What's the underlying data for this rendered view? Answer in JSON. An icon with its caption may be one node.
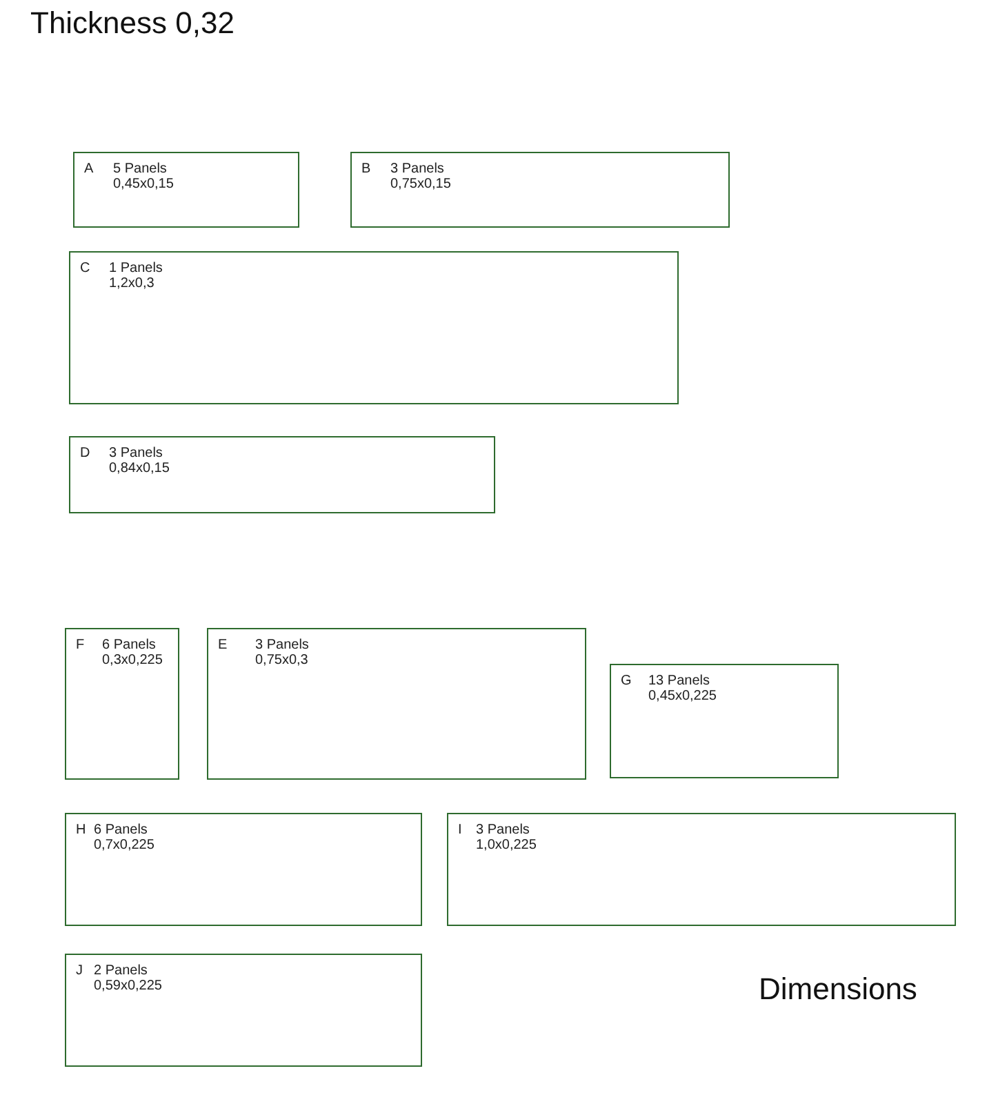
{
  "diagram": {
    "title": "Thickness 0,32",
    "nodes": [
      {
        "text": [
          "A",
          "5 Panels",
          "0,45x0,15"
        ]
      },
      {
        "text": [
          "B",
          "3 Panels",
          "0,75x0,15"
        ]
      },
      {
        "text": [
          "C",
          "1 Panels",
          "1,2x0,3"
        ]
      },
      {
        "text": [
          "D",
          "3 Panels",
          "0,84x0,15"
        ]
      },
      {
        "text": [
          "F",
          "6 Panels",
          "0,3x0,225"
        ]
      },
      {
        "text": [
          "E",
          "3 Panels",
          "0,75x0,3"
        ]
      },
      {
        "text": [
          "G",
          "13 Panels",
          "0,45x0,225"
        ]
      },
      {
        "text": [
          "H",
          "6 Panels",
          "0,7x0,225"
        ]
      },
      {
        "text": [
          "I",
          "3 Panels",
          "1,0x0,225"
        ]
      },
      {
        "text": [
          "J",
          "2 Panels",
          "0,59x0,225"
        ]
      }
    ],
    "labels": [
      "Dimensions"
    ]
  }
}
